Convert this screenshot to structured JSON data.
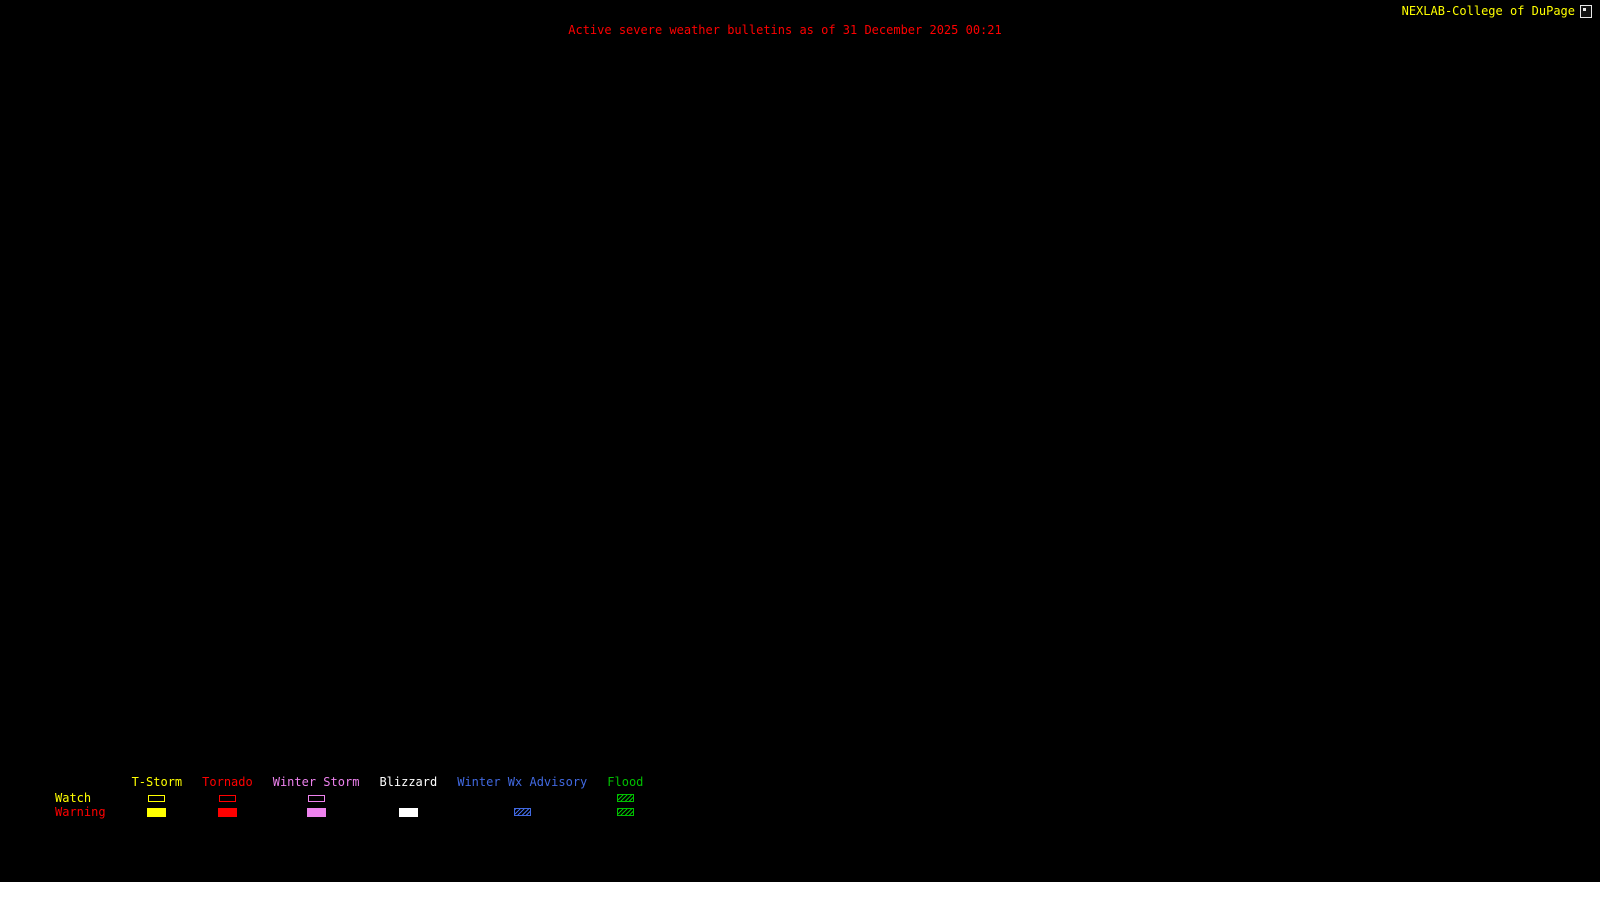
{
  "page": {
    "background_color": "#000000",
    "bottom_strip_color": "#ffffff"
  },
  "header": {
    "brand": "NEXLAB-College of DuPage",
    "brand_color": "#ffff00",
    "title": "Active severe weather bulletins as of 31 December 2025 00:21",
    "title_color": "#ff0000"
  },
  "legend": {
    "rows": [
      {
        "label": "Watch",
        "color": "#ffff00"
      },
      {
        "label": "Warning",
        "color": "#ff0000"
      }
    ],
    "categories": [
      {
        "label": "T-Storm",
        "color": "#ffff00",
        "watch": "outline",
        "warning": "fill"
      },
      {
        "label": "Tornado",
        "color": "#ff0000",
        "watch": "outline",
        "warning": "fill"
      },
      {
        "label": "Winter Storm",
        "color": "#ee82ee",
        "watch": "outline",
        "warning": "fill"
      },
      {
        "label": "Blizzard",
        "color": "#ffffff",
        "watch": "none",
        "warning": "fill"
      },
      {
        "label": "Winter Wx Advisory",
        "color": "#4169e1",
        "watch": "none",
        "warning": "hatch"
      },
      {
        "label": "Flood",
        "color": "#00c000",
        "watch": "hatch",
        "warning": "hatch"
      }
    ]
  }
}
